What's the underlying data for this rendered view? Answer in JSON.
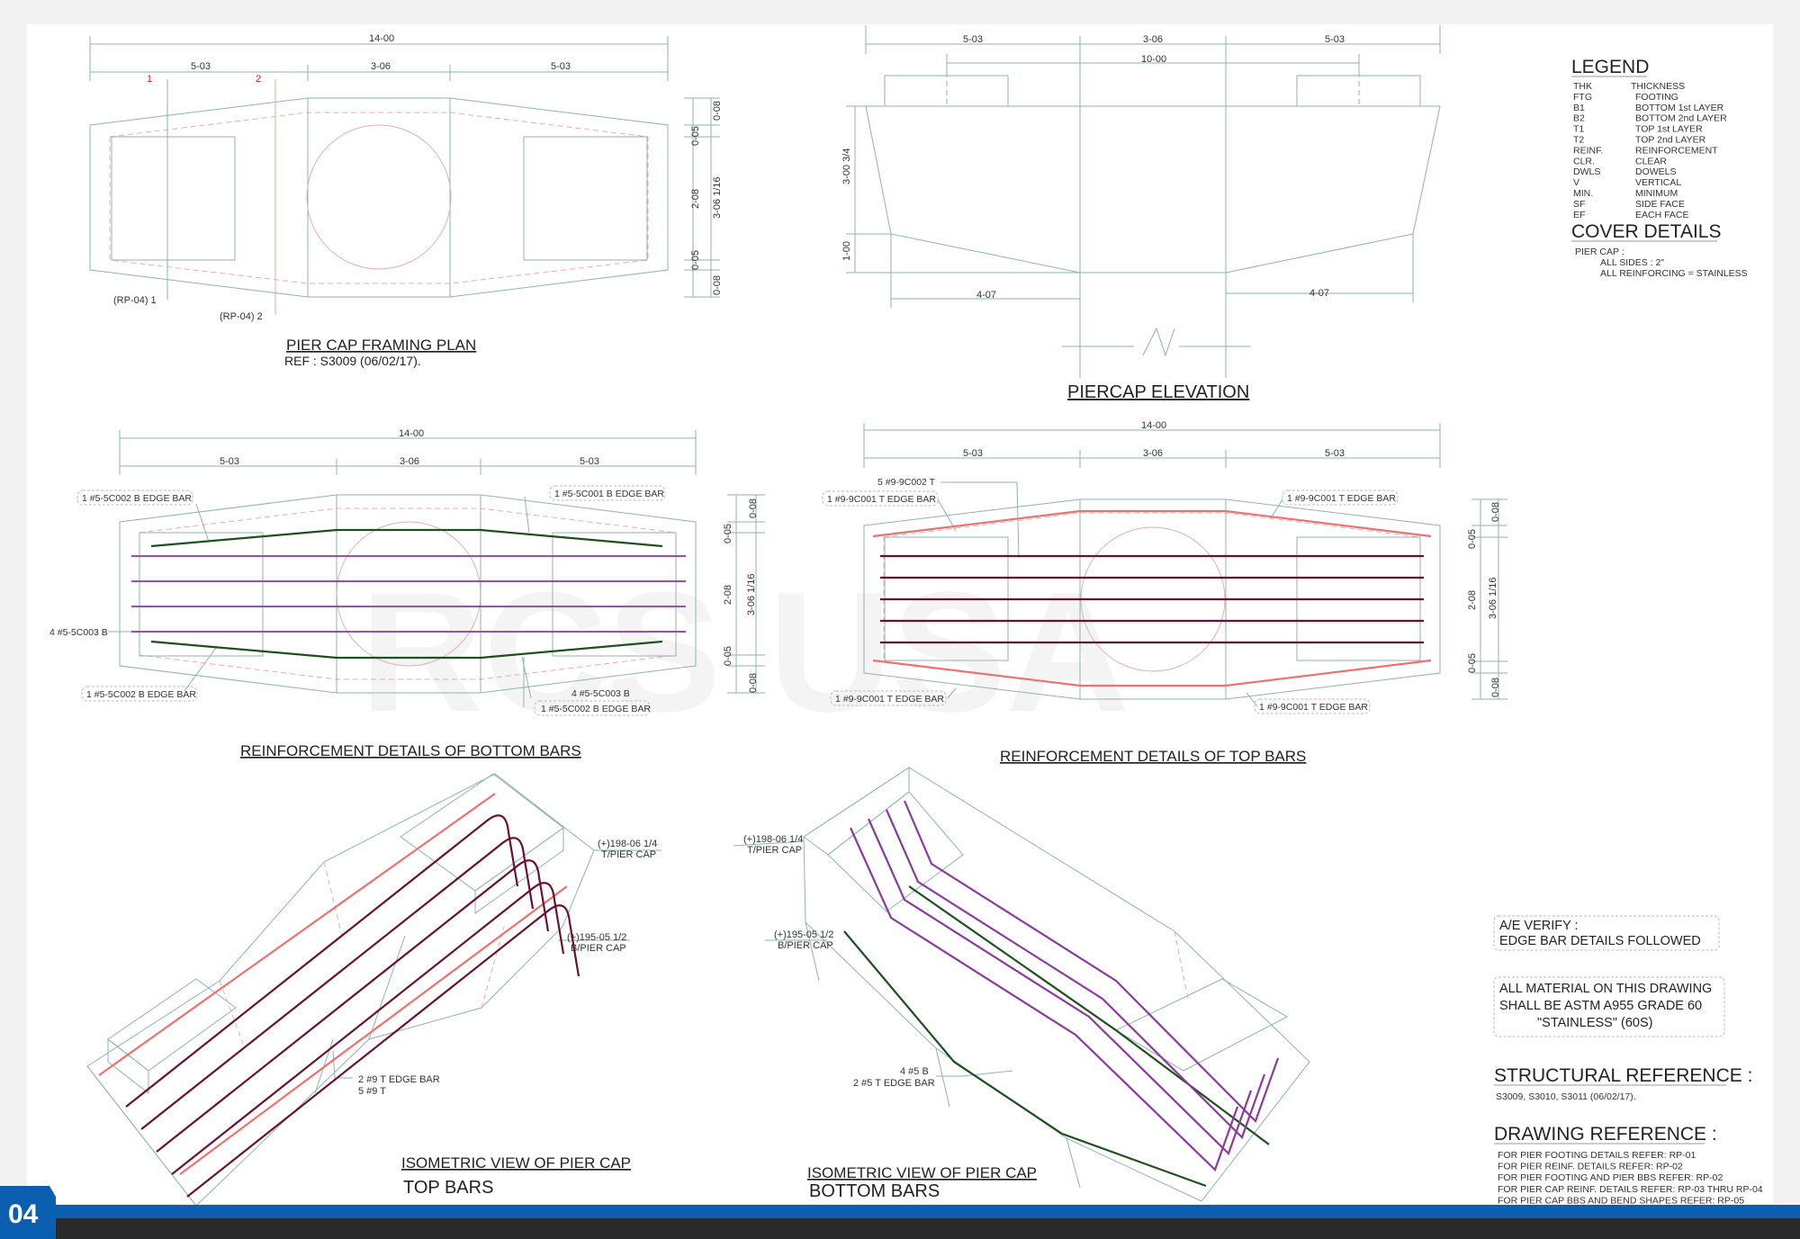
{
  "page_number": "04",
  "watermark": "RCS USA",
  "framing_plan": {
    "title": "PIER CAP FRAMING PLAN",
    "ref": "REF : S3009 (06/02/17).",
    "dim_total": "14-00",
    "dim_a": "5-03",
    "dim_b": "3-06",
    "dim_c": "5-03",
    "marker_1": "1",
    "marker_2": "2",
    "rp_1": "(RP-04) 1",
    "rp_2": "(RP-04) 2",
    "v_008_top": "0-08",
    "v_005_top": "0-05",
    "v_208": "2-08",
    "v_005_bot": "0-05",
    "v_008_bot": "0-08",
    "v_total": "3-06 1/16"
  },
  "elevation": {
    "title": "PIERCAP ELEVATION",
    "dim_a": "5-03",
    "dim_b": "3-06",
    "dim_c": "5-03",
    "dim_inner": "10-00",
    "v_upper": "3-00 3/4",
    "v_lower": "1-00",
    "h_left": "4-07",
    "h_right": "4-07"
  },
  "bottom_bars": {
    "title": "REINFORCEMENT DETAILS OF BOTTOM BARS",
    "dim_total": "14-00",
    "dim_a": "5-03",
    "dim_b": "3-06",
    "dim_c": "5-03",
    "lbl_tl": "1 #5-5C002  B EDGE BAR",
    "lbl_tr": "1 #5-5C001  B EDGE BAR",
    "lbl_left": "4 #5-5C003  B",
    "lbl_bl": "1 #5-5C002  B EDGE BAR",
    "lbl_b1": "4 #5-5C003  B",
    "lbl_b2": "1 #5-5C002  B EDGE BAR",
    "v_008_top": "0-08",
    "v_005_top": "0-05",
    "v_208": "2-08",
    "v_005_bot": "0-05",
    "v_008_bot": "0-08",
    "v_total": "3-06 1/16"
  },
  "top_bars": {
    "title": "REINFORCEMENT DETAILS OF TOP BARS",
    "dim_total": "14-00",
    "dim_a": "5-03",
    "dim_b": "3-06",
    "dim_c": "5-03",
    "lbl_t": "5 #9-9C002  T",
    "lbl_tl": "1 #9-9C001  T EDGE BAR",
    "lbl_tr": "1 #9-9C001  T EDGE BAR",
    "lbl_bl": "1 #9-9C001  T EDGE BAR",
    "lbl_br": "1 #9-9C001  T EDGE BAR",
    "v_008_top": "0-08",
    "v_005_top": "0-05",
    "v_208": "2-08",
    "v_005_bot": "0-05",
    "v_008_bot": "0-08",
    "v_total": "3-06 1/16"
  },
  "iso_top": {
    "title": "ISOMETRIC VIEW OF PIER CAP",
    "subtitle": "TOP BARS",
    "elev_top": "(+)198-06 1/4",
    "elev_top_lbl": "T/PIER CAP",
    "elev_bot": "(+)195-05 1/2",
    "elev_bot_lbl": "B/PIER CAP",
    "bar_lbl_1": "2 #9 T EDGE BAR",
    "bar_lbl_2": "5 #9 T"
  },
  "iso_bottom": {
    "title": "ISOMETRIC VIEW OF PIER CAP",
    "subtitle": "BOTTOM BARS",
    "elev_top": "(+)198-06 1/4",
    "elev_top_lbl": "T/PIER CAP",
    "elev_bot": "(+)195-05 1/2",
    "elev_bot_lbl": "B/PIER CAP",
    "bar_lbl_1": "4 #5 B",
    "bar_lbl_2": "2 #5 T EDGE BAR"
  },
  "legend": {
    "title": "LEGEND",
    "items": [
      {
        "abbr": "THK",
        "meaning": "THICKNESS"
      },
      {
        "abbr": "FTG",
        "meaning": "FOOTING"
      },
      {
        "abbr": "B1",
        "meaning": "BOTTOM 1st LAYER"
      },
      {
        "abbr": "B2",
        "meaning": "BOTTOM 2nd LAYER"
      },
      {
        "abbr": "T1",
        "meaning": "TOP 1st LAYER"
      },
      {
        "abbr": "T2",
        "meaning": "TOP 2nd LAYER"
      },
      {
        "abbr": "REINF.",
        "meaning": "REINFORCEMENT"
      },
      {
        "abbr": "CLR.",
        "meaning": "CLEAR"
      },
      {
        "abbr": "DWLS",
        "meaning": "DOWELS"
      },
      {
        "abbr": "V",
        "meaning": "VERTICAL"
      },
      {
        "abbr": "MIN.",
        "meaning": "MINIMUM"
      },
      {
        "abbr": "SF",
        "meaning": "SIDE FACE"
      },
      {
        "abbr": "EF",
        "meaning": "EACH FACE"
      }
    ]
  },
  "cover": {
    "title": "COVER DETAILS",
    "line1": "PIER CAP :",
    "line2": "ALL SIDES : 2\"",
    "line3": "ALL REINFORCING = STAINLESS"
  },
  "verify_box": {
    "line1": "A/E VERIFY :",
    "line2": "EDGE BAR DETAILS FOLLOWED"
  },
  "material_box": {
    "line1": "ALL MATERIAL ON THIS DRAWING",
    "line2": "SHALL BE ASTM A955 GRADE 60",
    "line3": "\"STAINLESS\" (60S)"
  },
  "structural_ref": {
    "title": "STRUCTURAL REFERENCE :",
    "text": "S3009, S3010, S3011 (06/02/17)."
  },
  "drawing_ref": {
    "title": "DRAWING REFERENCE :",
    "items": [
      "FOR PIER FOOTING DETAILS REFER: RP-01",
      "FOR PIER REINF. DETAILS REFER: RP-02",
      "FOR PIER FOOTING AND PIER BBS REFER: RP-02",
      "FOR PIER CAP REINF. DETAILS REFER: RP-03 THRU RP-04",
      "FOR PIER CAP BBS AND BEND SHAPES REFER: RP-05"
    ]
  },
  "colors": {
    "outline": "#8fb3ad",
    "hidden": "#e0a8a8",
    "red_bar": "#f07070",
    "dark_bar": "#6b1030",
    "purple_bar": "#8a3aa0",
    "green_bar": "#1e5020",
    "footer_blue": "#0a5fb0",
    "footer_dark": "#2a2a2a"
  }
}
